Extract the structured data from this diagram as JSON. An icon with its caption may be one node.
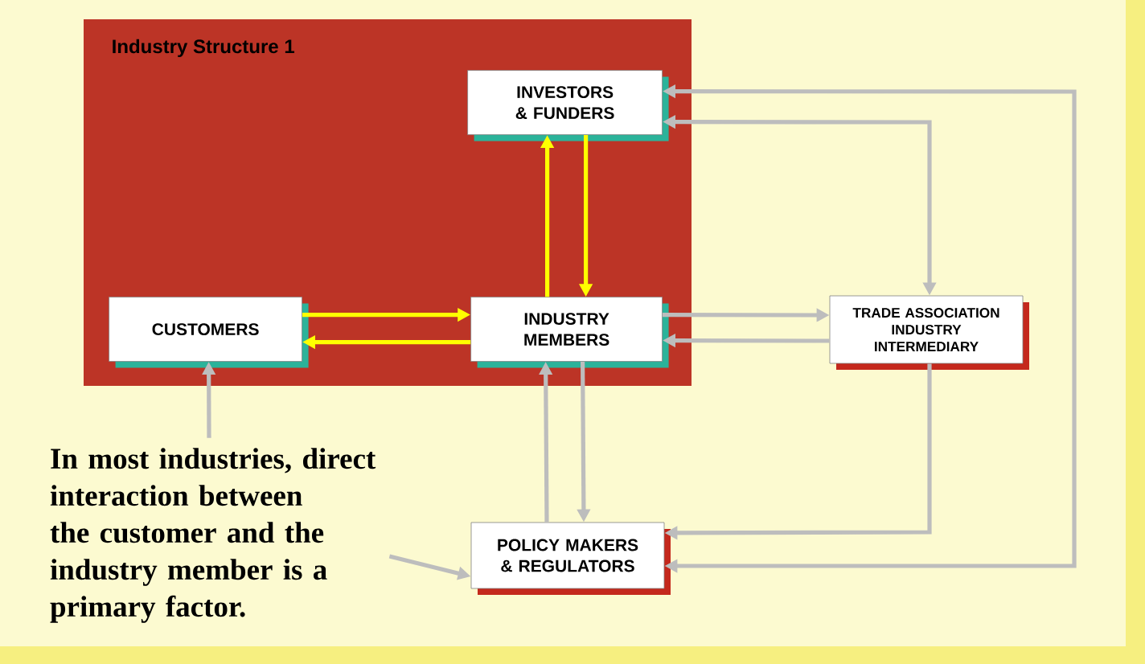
{
  "diagram": {
    "nodes": [
      {
        "text": [
          "Industry Structure 1"
        ]
      },
      {
        "text": [
          "INVESTORS & FUNDERS"
        ],
        "in": 0
      },
      {
        "text": [
          "CUSTOMERS"
        ],
        "in": 0
      },
      {
        "text": [
          "INDUSTRY MEMBERS"
        ],
        "in": 0
      },
      {
        "text": [
          "TRADE ASSOCIATION INDUSTRY INTERMEDIARY"
        ]
      },
      {
        "text": [
          "In most industries, direct interaction between the customer and the industry member is a primary factor."
        ]
      },
      {
        "text": [
          "POLICY MAKERS & REGULATORS"
        ]
      }
    ],
    "edges": [
      {
        "from": 3,
        "to": 1,
        "arrow": "to",
        "color": "#ffff00"
      },
      {
        "from": 1,
        "to": 3,
        "arrow": "to",
        "color": "#ffff00"
      },
      {
        "from": 2,
        "to": 3,
        "arrow": "to",
        "color": "#ffff00"
      },
      {
        "from": 3,
        "to": 2,
        "arrow": "to",
        "color": "#ffff00"
      },
      {
        "from": 3,
        "to": 4,
        "arrow": "to"
      },
      {
        "from": 4,
        "to": 3,
        "arrow": "to"
      },
      {
        "from": 1,
        "to": 6,
        "arrow": "both"
      },
      {
        "from": 1,
        "to": 4,
        "arrow": "both"
      },
      {
        "from": 4,
        "to": 6,
        "arrow": "to"
      },
      {
        "from": 6,
        "to": 3,
        "arrow": "to"
      },
      {
        "from": 3,
        "to": 6,
        "arrow": "to"
      },
      {
        "from": 5,
        "to": 2,
        "arrow": "to"
      },
      {
        "from": 5,
        "to": 6,
        "arrow": "to"
      }
    ]
  }
}
